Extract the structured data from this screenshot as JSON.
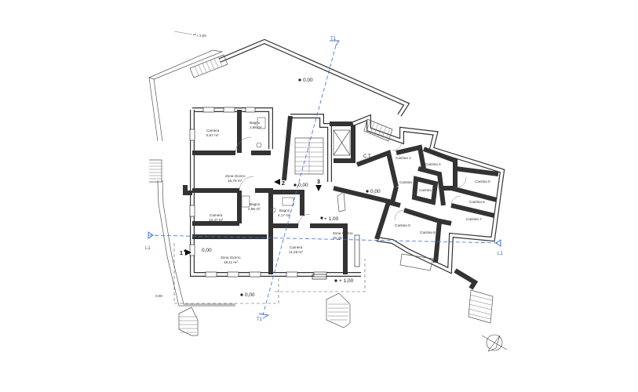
{
  "levels": {
    "top_outside": "+ 2,00",
    "terrace": "0,00",
    "center": "0,00",
    "ct_area": "0,00",
    "right_stair": "+ 1,00",
    "left_room": "0,00",
    "bottom_porch": "0,00",
    "bottom_right": "+ 1,00",
    "far_left": "0,00"
  },
  "rooms": {
    "camera_top": {
      "name": "Camera",
      "area": "8,67 m²"
    },
    "bagno_top": {
      "name": "Bagno",
      "area": "2,96 m²"
    },
    "zona_giorno_top": {
      "name": "Zona Giorno",
      "area": "16,78 m²"
    },
    "camera_mid": {
      "name": "Camera",
      "area": "12,47 m²"
    },
    "bagno_mid_a": {
      "name": "Bagno",
      "area": "2,96 m²"
    },
    "bagno_mid_b": {
      "name": "Bagno",
      "area": "4,17 m²"
    },
    "zona_giorno_bottom": {
      "name": "Zona Giorno",
      "area": "18,11 m²"
    },
    "camera_bottom": {
      "name": "Camera",
      "area": "11,26 m²"
    },
    "zona_giorno_right": {
      "name": "Zona Giorno",
      "area": "20,48 m²"
    },
    "ct": {
      "name": "C.T."
    },
    "cantina_1": {
      "name": "Cantina 1"
    },
    "cantina_2": {
      "name": "Cantina 2"
    },
    "cantina_3": {
      "name": "Cantina 3"
    },
    "cantina_4": {
      "name": "Cantina 4"
    },
    "cantina_5": {
      "name": "Cantina 5"
    },
    "cantina_6": {
      "name": "Cantina 6"
    },
    "cantina_7": {
      "name": "Cantina 7"
    },
    "cantina_8": {
      "name": "Cantina 8"
    },
    "cantina_9": {
      "name": "Cantina 9"
    }
  },
  "sections": {
    "t1_top": "T1",
    "t1_bottom": "T1",
    "l1_left": "L1",
    "l1_right": "L1"
  },
  "markers": {
    "m1": "1",
    "m2": "2",
    "m3": "3"
  },
  "colors": {
    "section_line": "#3c6fd1",
    "wall": "#333333"
  },
  "icons": {
    "north_arrow": "compass-rose-icon"
  }
}
